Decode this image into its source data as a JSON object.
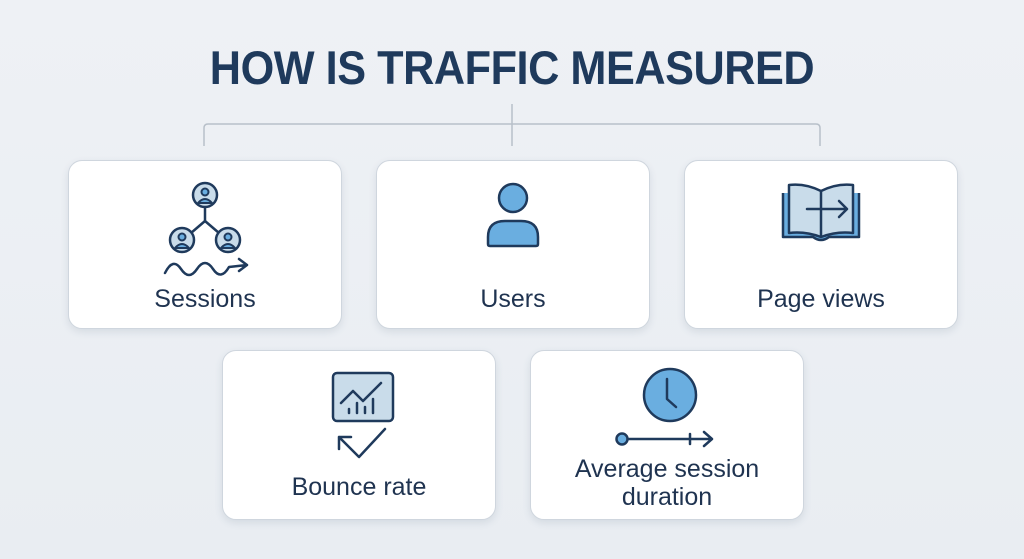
{
  "title": "HOW IS TRAFFIC MEASURED",
  "colors": {
    "title": "#1f3a5c",
    "icon_stroke": "#1f3a5c",
    "icon_fill": "#6aaee0",
    "icon_fill_light": "#c9dcea",
    "card_bg": "#ffffff",
    "background": "#eef1f5",
    "connector": "#b8c0c9"
  },
  "metrics": [
    {
      "label": "Sessions",
      "icon": "connected-users-icon"
    },
    {
      "label": "Users",
      "icon": "user-icon"
    },
    {
      "label": "Page views",
      "icon": "open-book-arrow-icon"
    },
    {
      "label": "Bounce rate",
      "icon": "chart-bounce-icon"
    },
    {
      "label": "Average session duration",
      "label_line1": "Average session",
      "label_line2": "duration",
      "icon": "clock-timeline-icon"
    }
  ]
}
